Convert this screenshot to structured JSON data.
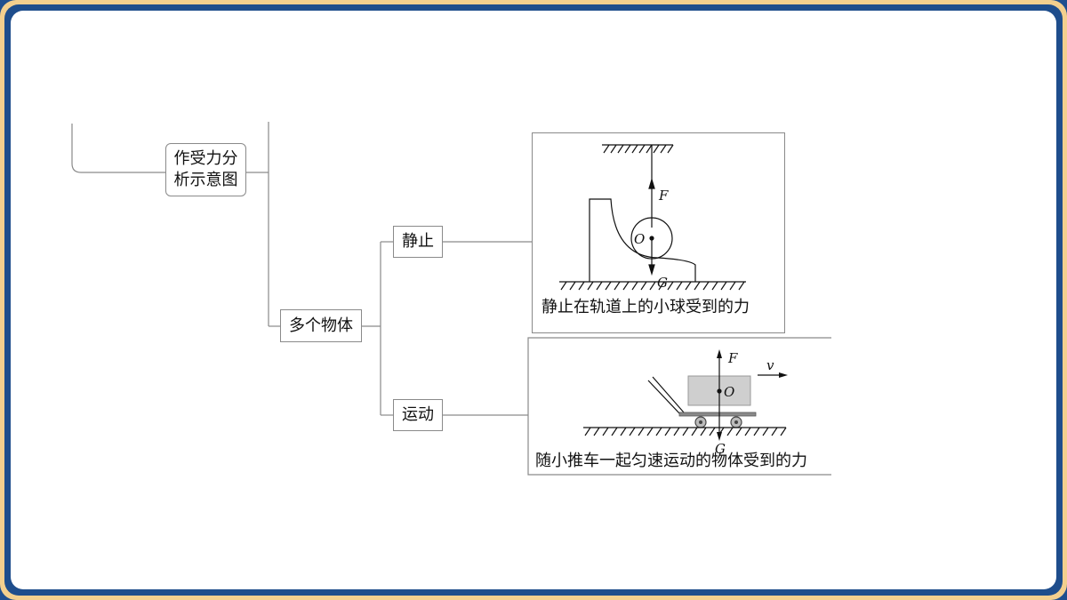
{
  "tree": {
    "root": {
      "line1": "作受力分",
      "line2": "析示意图"
    },
    "multi": "多个物体",
    "static": "静止",
    "moving": "运动"
  },
  "panels": {
    "static": {
      "caption": "静止在轨道上的小球受到的力",
      "labels": {
        "force": "F",
        "origin": "O",
        "gravity": "G"
      }
    },
    "moving": {
      "caption": "随小推车一起匀速运动的物体受到的力",
      "labels": {
        "force": "F",
        "origin": "O",
        "gravity": "G",
        "velocity": "v"
      }
    }
  },
  "colors": {
    "frame_outer": "#f3cf8e",
    "frame_inner": "#1e4d8c",
    "line": "#8a8a8a",
    "box_fill": "#cfcfcf"
  }
}
